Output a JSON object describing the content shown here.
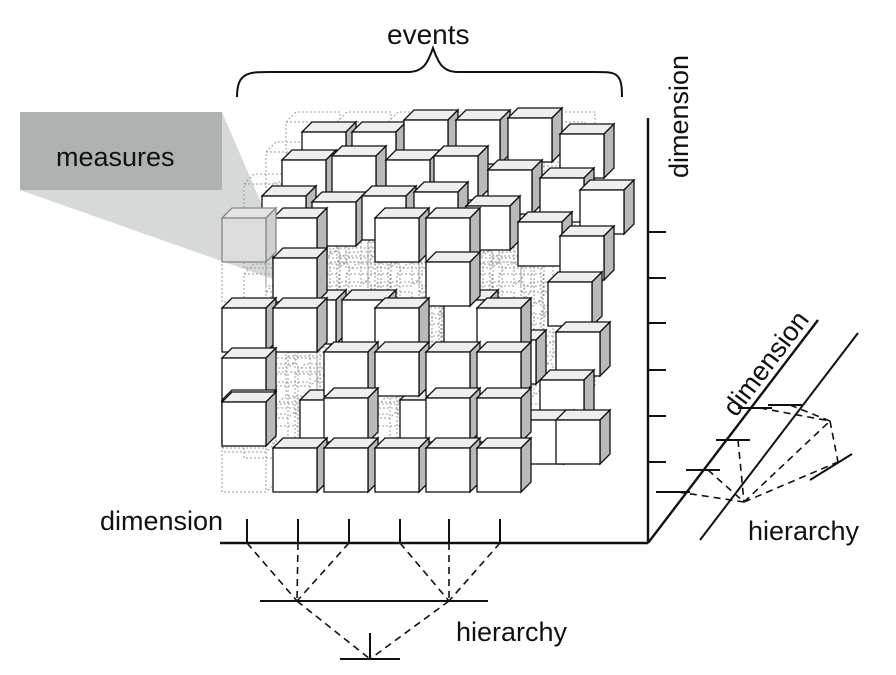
{
  "labels": {
    "events": "events",
    "measures": "measures",
    "dimension_vertical": "dimension",
    "dimension_diagonal": "dimension",
    "dimension_horizontal": "dimension",
    "hierarchy_right": "hierarchy",
    "hierarchy_bottom": "hierarchy"
  },
  "colors": {
    "line": "#111111",
    "cube_front": "#ffffff",
    "cube_top": "#eeeeee",
    "cube_side": "#b9b9b9",
    "callout_box": "#aeb2b1",
    "callout_beam": "#d3d5d4",
    "ghost": "#9a9a9a"
  }
}
